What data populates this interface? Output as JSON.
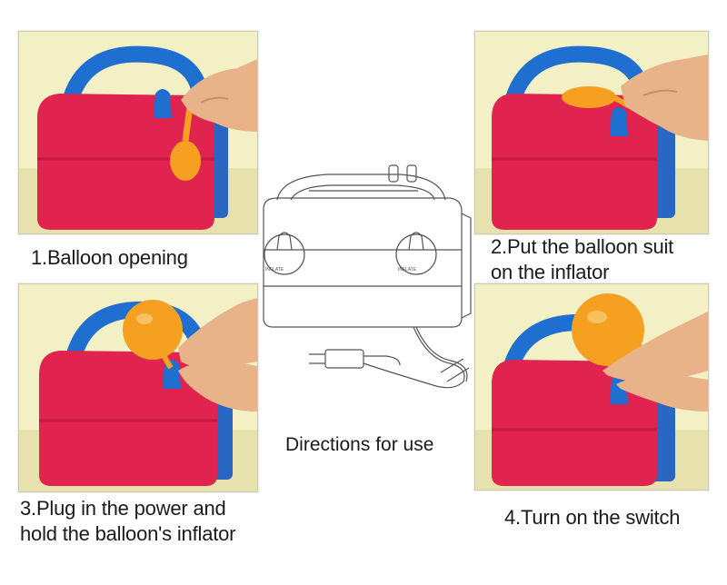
{
  "steps": [
    {
      "lines": [
        "1.Balloon opening"
      ]
    },
    {
      "lines": [
        "2.Put the balloon suit",
        "on the inflator"
      ]
    },
    {
      "lines": [
        "3.Plug in the power and",
        "hold the balloon's inflator"
      ]
    },
    {
      "lines": [
        "4.Turn on the switch"
      ]
    }
  ],
  "center": {
    "caption": "Directions for use"
  },
  "colors": {
    "pump_body": "#e0234f",
    "pump_top": "#1e6fd0",
    "balloon": "#f5a020",
    "skin": "#e9b38a",
    "photo_bg": "#f3f0c6"
  }
}
